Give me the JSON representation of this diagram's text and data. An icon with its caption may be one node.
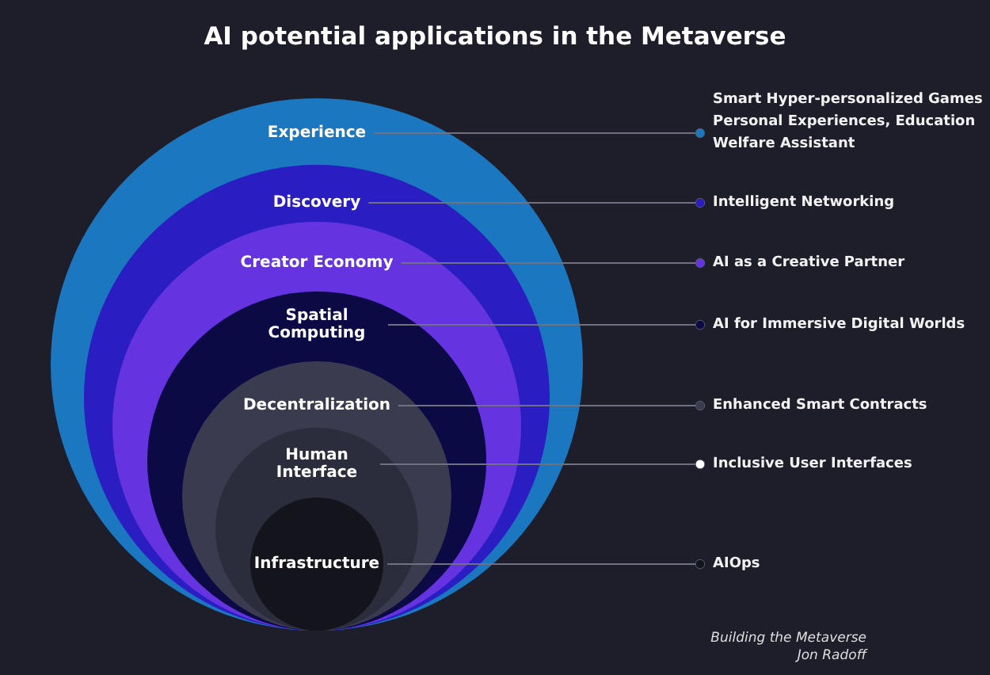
{
  "diagram": {
    "title": "AI potential applications in the Metaverse",
    "nodes": [
      {
        "text": [
          "Experience"
        ]
      },
      {
        "text": [
          "Discovery"
        ],
        "in": 0
      },
      {
        "text": [
          "Creator Economy"
        ],
        "in": 1
      },
      {
        "text": [
          "Spatial Computing"
        ],
        "in": 2
      },
      {
        "text": [
          "Decentralization"
        ],
        "in": 3
      },
      {
        "text": [
          "Human Interface"
        ],
        "in": 4
      },
      {
        "text": [
          "Infrastructure"
        ],
        "in": 5
      },
      {
        "text": [
          "Smart Hyper-personalized Games Personal Experiences, Education Welfare Assistant"
        ]
      },
      {
        "text": [
          "Intelligent Networking"
        ]
      },
      {
        "text": [
          "AI as a Creative Partner"
        ]
      },
      {
        "text": [
          "AI for Immersive Digital Worlds"
        ]
      },
      {
        "text": [
          "Enhanced Smart Contracts"
        ]
      },
      {
        "text": [
          "Inclusive User Interfaces"
        ]
      },
      {
        "text": [
          "AIOps"
        ]
      }
    ],
    "edges": [
      {
        "from": 0,
        "to": 7,
        "arrow": "other"
      },
      {
        "from": 1,
        "to": 8,
        "arrow": "other"
      },
      {
        "from": 2,
        "to": 9,
        "arrow": "other"
      },
      {
        "from": 3,
        "to": 10,
        "arrow": "other"
      },
      {
        "from": 4,
        "to": 11,
        "arrow": "other"
      },
      {
        "from": 5,
        "to": 12,
        "arrow": "other"
      },
      {
        "from": 6,
        "to": 13,
        "arrow": "other"
      }
    ],
    "labels": [
      "Building the Metaverse",
      "Jon Radoff"
    ]
  }
}
